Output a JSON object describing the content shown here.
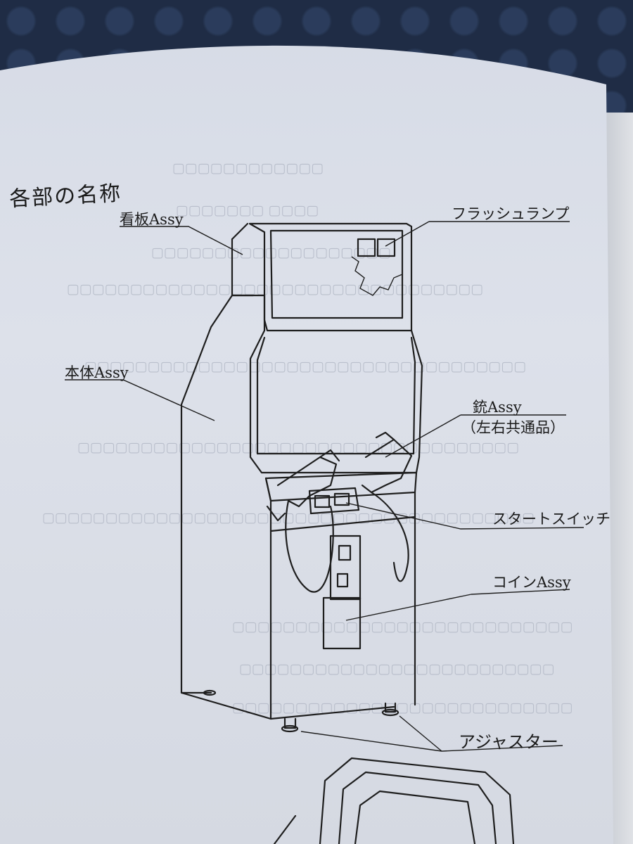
{
  "heading": "各部の名称",
  "labels": {
    "sign": "看板Assy",
    "flash": "フラッシュランプ",
    "body": "本体Assy",
    "gun_line1": "銃Assy",
    "gun_line2": "（左右共通品）",
    "start": "スタートスイッチ",
    "coin": "コインAssy",
    "adjuster": "アジャスター"
  }
}
